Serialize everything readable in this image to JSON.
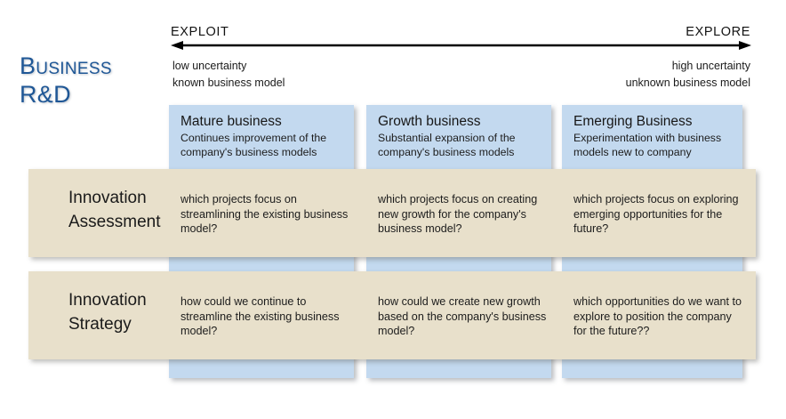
{
  "title": {
    "text": "Business\nR&D",
    "color": "#1F5796"
  },
  "axis": {
    "left_label": "EXPLOIT",
    "right_label": "EXPLORE",
    "left_sub": "low uncertainty\nknown business model",
    "right_sub": "high uncertainty\nunknown business model",
    "arrow": "double-headed-horizontal-arrow"
  },
  "colors": {
    "column_fill": "#C3D9EF",
    "band_fill": "#E8E0CB",
    "title_blue": "#1F5796",
    "text": "#1a1a1a",
    "background": "#ffffff"
  },
  "columns": [
    {
      "title": "Mature business",
      "description": "Continues improvement of the company's business models"
    },
    {
      "title": "Growth business",
      "description": "Substantial expansion of the company's business models"
    },
    {
      "title": "Emerging Business",
      "description": "Experimentation with business models new to company"
    }
  ],
  "rows": [
    {
      "label": "Innovation\nAssessment",
      "cells": [
        "which projects focus on streamlining the existing business model?",
        "which projects focus on creating new growth for the company's business model?",
        "which projects focus on exploring emerging opportunities for the future?"
      ]
    },
    {
      "label": "Innovation\nStrategy",
      "cells": [
        "how could we continue to streamline the existing business model?",
        "how could we create new growth based on the company's business model?",
        "which opportunities do we want to explore to position the company for the future??"
      ]
    }
  ]
}
